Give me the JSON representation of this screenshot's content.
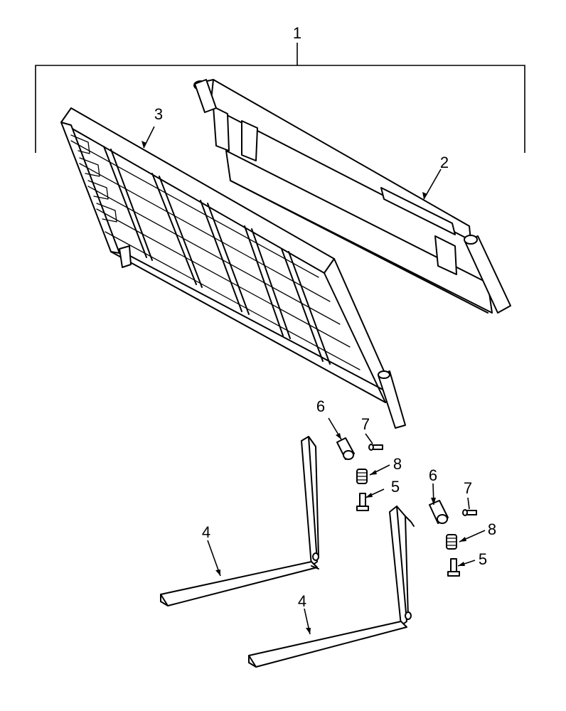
{
  "callouts": {
    "c1": "1",
    "c2": "2",
    "c3": "3",
    "c4a": "4",
    "c4b": "4",
    "c5a": "5",
    "c5b": "5",
    "c6a": "6",
    "c6b": "6",
    "c7a": "7",
    "c7b": "7",
    "c8a": "8",
    "c8b": "8"
  }
}
